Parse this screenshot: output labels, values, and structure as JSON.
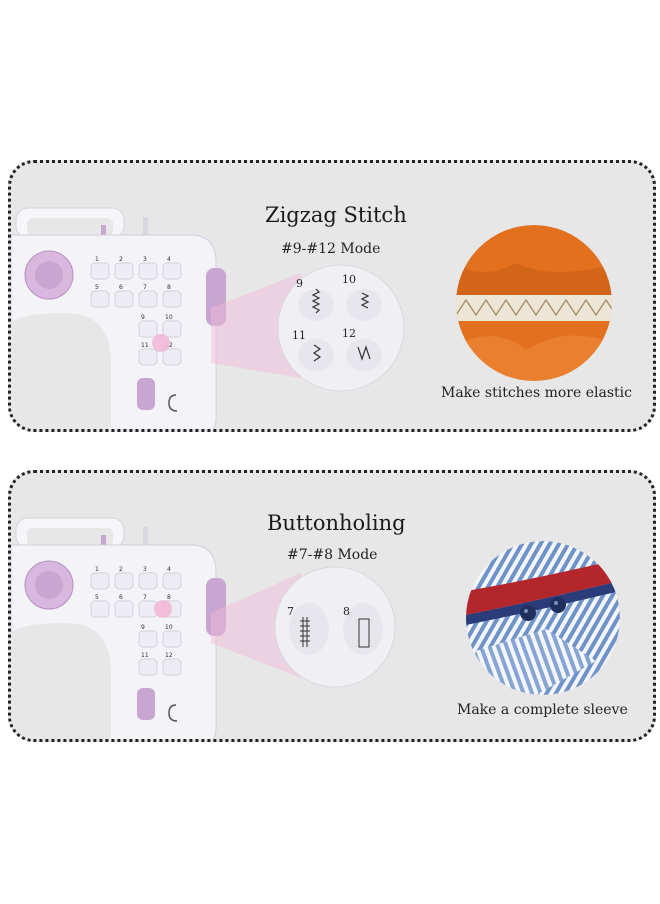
{
  "panels": [
    {
      "title": "Zigzag Stitch",
      "mode": "#9-#12 Mode",
      "caption": "Make stitches more elastic",
      "stitches": [
        "9",
        "10",
        "11",
        "12"
      ]
    },
    {
      "title": "Buttonholing",
      "mode": "#7-#8 Mode",
      "caption": "Make a complete sleeve",
      "stitches": [
        "7",
        "8"
      ]
    }
  ],
  "colors": {
    "panel_bg": "#e7e7e7",
    "machine_body": "#f4f4f8",
    "accent_purple": "#c9a6d2",
    "highlight_pink": "#f2b8d6",
    "fabric_orange": "#e2701f",
    "shirt_blue": "#6f93c9",
    "shirt_red": "#b3262c"
  },
  "icons": [
    "sewing-machine-icon",
    "stitch-selector-icon",
    "elastic-fabric-photo",
    "shirt-sleeve-photo"
  ]
}
